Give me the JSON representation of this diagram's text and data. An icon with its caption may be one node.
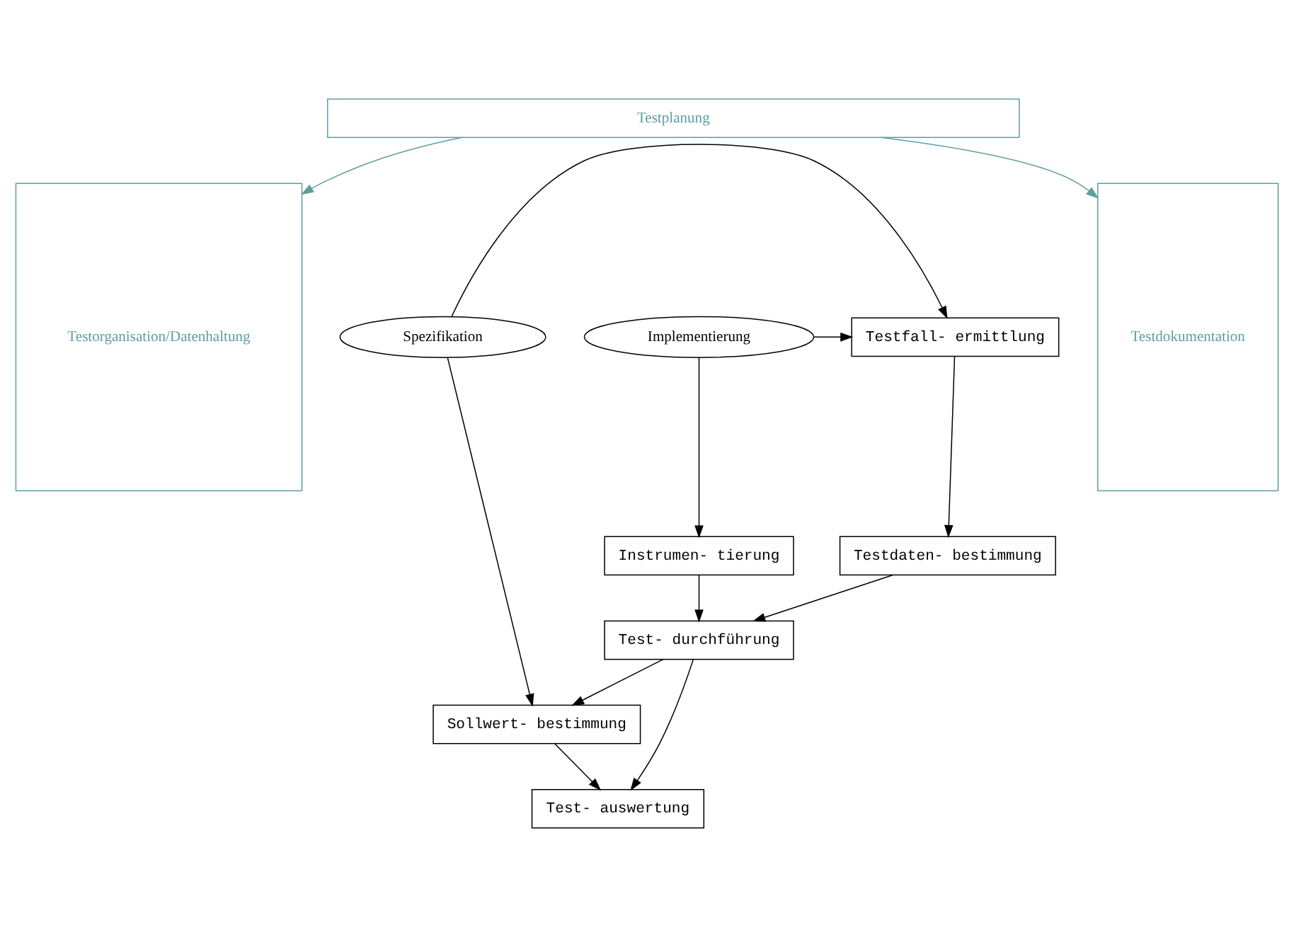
{
  "diagram": {
    "nodes": [
      {
        "text": [
          "Testplanung"
        ]
      },
      {
        "text": [
          "Testorganisation/Datenhaltung"
        ]
      },
      {
        "text": [
          "Testdokumentation"
        ]
      },
      {
        "text": [
          "Spezifikation"
        ]
      },
      {
        "text": [
          "Testfall- ermittlung"
        ]
      },
      {
        "text": [
          "Implementierung"
        ]
      },
      {
        "text": [
          "Testdaten- bestimmung"
        ]
      },
      {
        "text": [
          "Instrumen- tierung"
        ]
      },
      {
        "text": [
          "Test- durchführung"
        ]
      },
      {
        "text": [
          "Sollwert- bestimmung"
        ]
      },
      {
        "text": [
          "Test- auswertung"
        ]
      }
    ],
    "edges": [
      {
        "from": 0,
        "to": 1,
        "arrow": "to",
        "color": "#5f9ea0"
      },
      {
        "from": 0,
        "to": 2,
        "arrow": "to",
        "color": "#5f9ea0"
      },
      {
        "from": 3,
        "to": 4,
        "arrow": "to"
      },
      {
        "from": 5,
        "to": 4,
        "arrow": "to"
      },
      {
        "from": 4,
        "to": 6,
        "arrow": "to"
      },
      {
        "from": 6,
        "to": 8,
        "arrow": "to"
      },
      {
        "from": 5,
        "to": 7,
        "arrow": "to"
      },
      {
        "from": 7,
        "to": 8,
        "arrow": "to"
      },
      {
        "from": 3,
        "to": 9,
        "arrow": "to"
      },
      {
        "from": 8,
        "to": 9,
        "arrow": "to"
      },
      {
        "from": 8,
        "to": 10,
        "arrow": "to"
      },
      {
        "from": 9,
        "to": 10,
        "arrow": "to"
      }
    ]
  }
}
